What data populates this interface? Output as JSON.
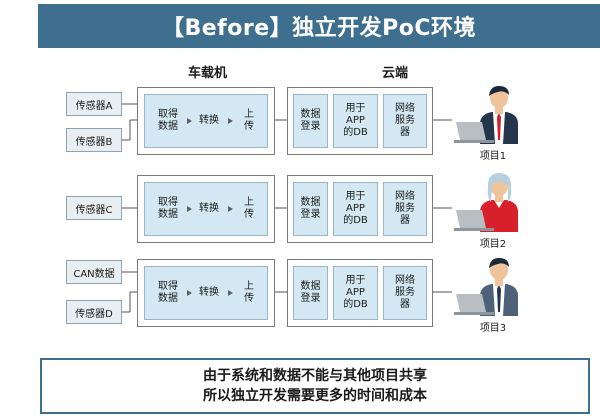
{
  "title": "【Before】独立开发PoC环境",
  "headers": {
    "vehicle": "车载机",
    "cloud": "云端"
  },
  "rows": [
    {
      "sensors": [
        "传感器A",
        "传感器B"
      ],
      "vehicle_steps": [
        "取得\n数据",
        "转换",
        "上\n传"
      ],
      "cloud_boxes": [
        "数据\n登录",
        "用于\nAPP\n的DB",
        "网络\n服务\n器"
      ],
      "project": "项目1"
    },
    {
      "sensors": [
        "传感器C"
      ],
      "vehicle_steps": [
        "取得\n数据",
        "转换",
        "上\n传"
      ],
      "cloud_boxes": [
        "数据\n登录",
        "用于\nAPP\n的DB",
        "网络\n服务\n器"
      ],
      "project": "项目2"
    },
    {
      "sensors": [
        "CAN数据",
        "传感器D"
      ],
      "vehicle_steps": [
        "取得\n数据",
        "转换",
        "上\n传"
      ],
      "cloud_boxes": [
        "数据\n登录",
        "用于\nAPP\n的DB",
        "网络\n服务\n器"
      ],
      "project": "项目3"
    }
  ],
  "conclusion": {
    "line1": "由于系统和数据不能与其他项目共享",
    "line2": "所以独立开发需要更多的时间和成本"
  },
  "icons": {
    "person": "person-at-laptop-icon"
  },
  "colors": {
    "banner": "#3f6f8f",
    "process_fill": "#d4e8f3",
    "tie": "#d8202a"
  }
}
